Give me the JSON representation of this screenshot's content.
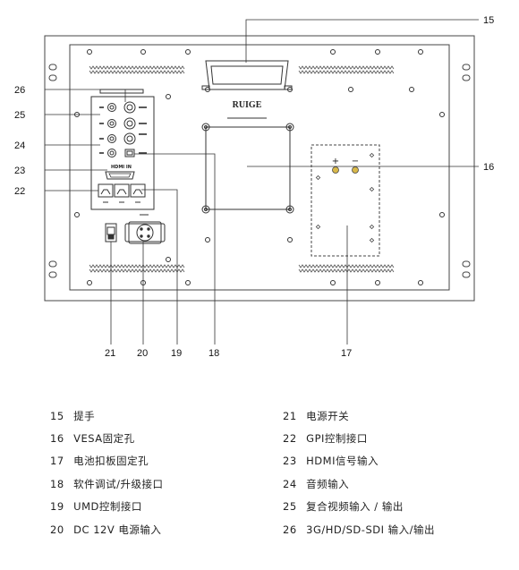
{
  "brand": "RUIGE",
  "panel_labels": {
    "hdmi_in": "HDMI IN",
    "plus": "+",
    "minus": "−"
  },
  "callouts": [
    "15",
    "16",
    "17",
    "18",
    "19",
    "20",
    "21",
    "22",
    "23",
    "24",
    "25",
    "26"
  ],
  "legend": {
    "left": [
      {
        "num": "15",
        "text": "提手"
      },
      {
        "num": "16",
        "text": "VESA固定孔"
      },
      {
        "num": "17",
        "text": "电池扣板固定孔"
      },
      {
        "num": "18",
        "text": "软件调试/升级接口"
      },
      {
        "num": "19",
        "text": "UMD控制接口"
      },
      {
        "num": "20",
        "text": "DC 12V 电源输入"
      }
    ],
    "right": [
      {
        "num": "21",
        "text": "电源开关"
      },
      {
        "num": "22",
        "text": "GPI控制接口"
      },
      {
        "num": "23",
        "text": "HDMI信号输入"
      },
      {
        "num": "24",
        "text": "音频输入"
      },
      {
        "num": "25",
        "text": "复合视频输入 / 输出"
      },
      {
        "num": "26",
        "text": "3G/HD/SD-SDI 输入/输出"
      }
    ]
  }
}
